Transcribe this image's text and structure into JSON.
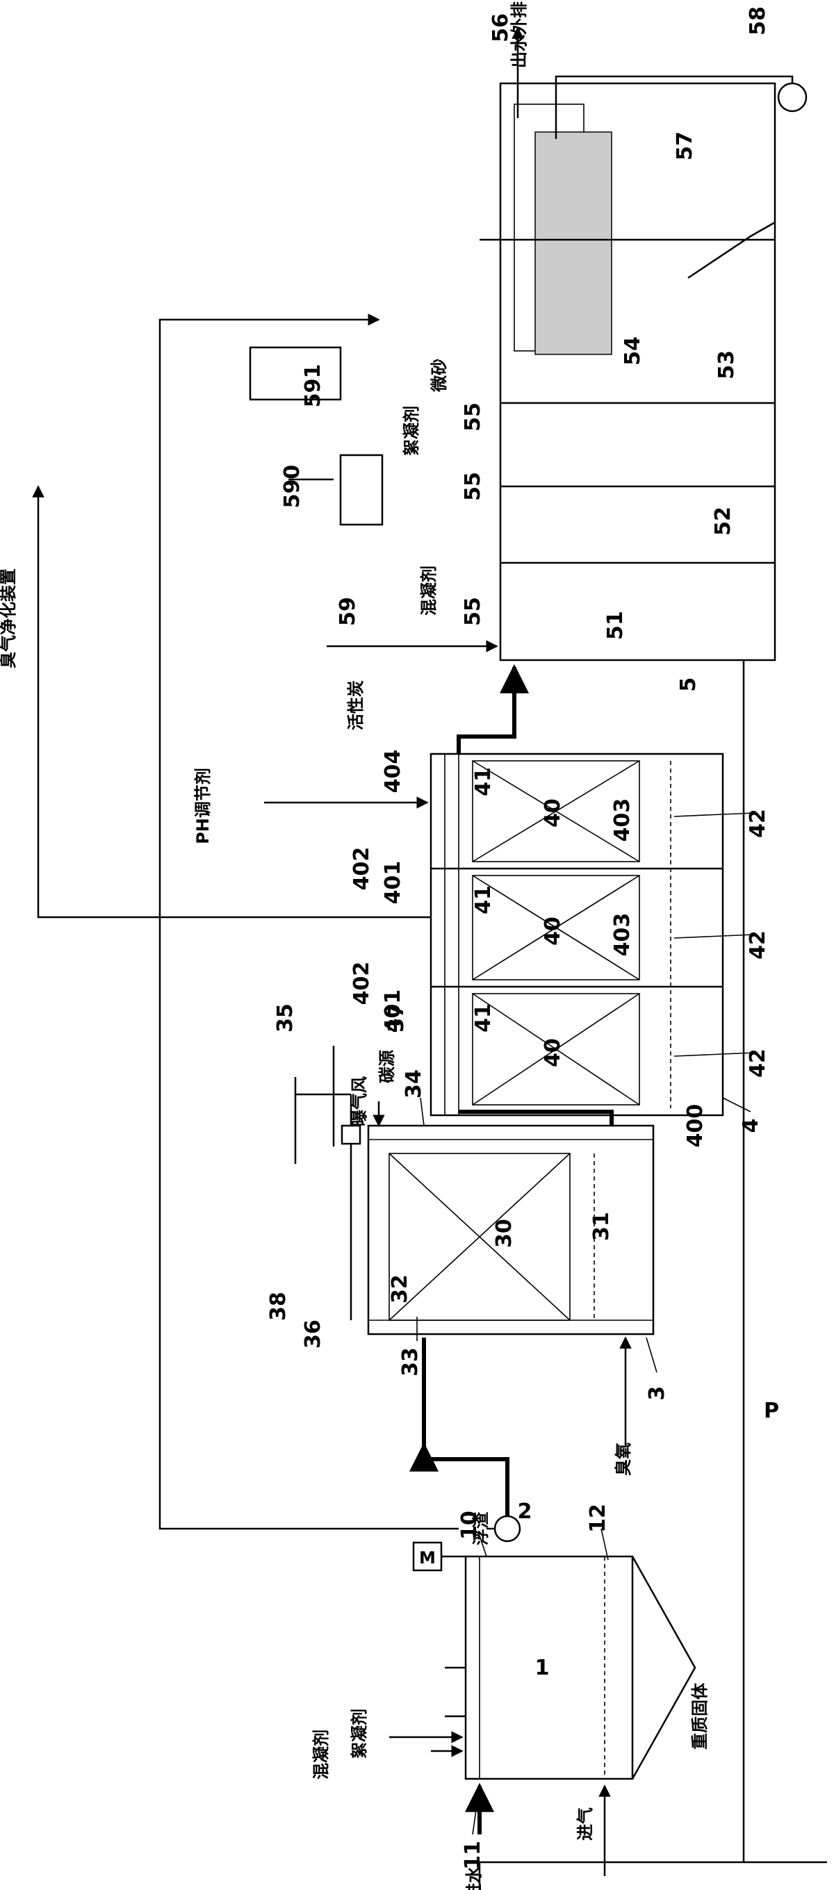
{
  "diagram": {
    "labels": {
      "inlet_water": "进水",
      "inlet_air": "进气",
      "coagulant_1": "混凝剂",
      "flocculant_1": "絮凝剂",
      "scum": "浮渣",
      "heavy_solids": "重质固体",
      "ozone": "臭氧",
      "aeration_air": "曝气风",
      "carbon_source": "碳源",
      "ph_agent": "PH调节剂",
      "odor_device": "臭气净化装置",
      "activated_carbon": "活性炭",
      "coagulant_2": "混凝剂",
      "flocculant_2": "絮凝剂",
      "micro_sand": "微砂",
      "outlet": "出水外排"
    },
    "numbers": {
      "n1": "1",
      "n2": "2",
      "n3": "3",
      "n4": "4",
      "n5": "5",
      "n10": "10",
      "n11": "11",
      "n12": "12",
      "n30": "30",
      "n31": "31",
      "n32": "32",
      "n33": "33",
      "n34": "34",
      "n35": "35",
      "n36": "36",
      "n37": "37",
      "n38": "38",
      "n40a": "40",
      "n40b": "40",
      "n40c": "40",
      "n41a": "41",
      "n41b": "41",
      "n41c": "41",
      "n42a": "42",
      "n42b": "42",
      "n42c": "42",
      "n400": "400",
      "n401a": "401",
      "n401b": "401",
      "n402a": "402",
      "n402b": "402",
      "n403a": "403",
      "n403b": "403",
      "n404": "404",
      "n51": "51",
      "n52": "52",
      "n53": "53",
      "n54": "54",
      "n55a": "55",
      "n55b": "55",
      "n55c": "55",
      "n56": "56",
      "n57": "57",
      "n58": "58",
      "n59": "59",
      "n590": "590",
      "n591": "591",
      "p": "P",
      "motor": "M"
    }
  }
}
